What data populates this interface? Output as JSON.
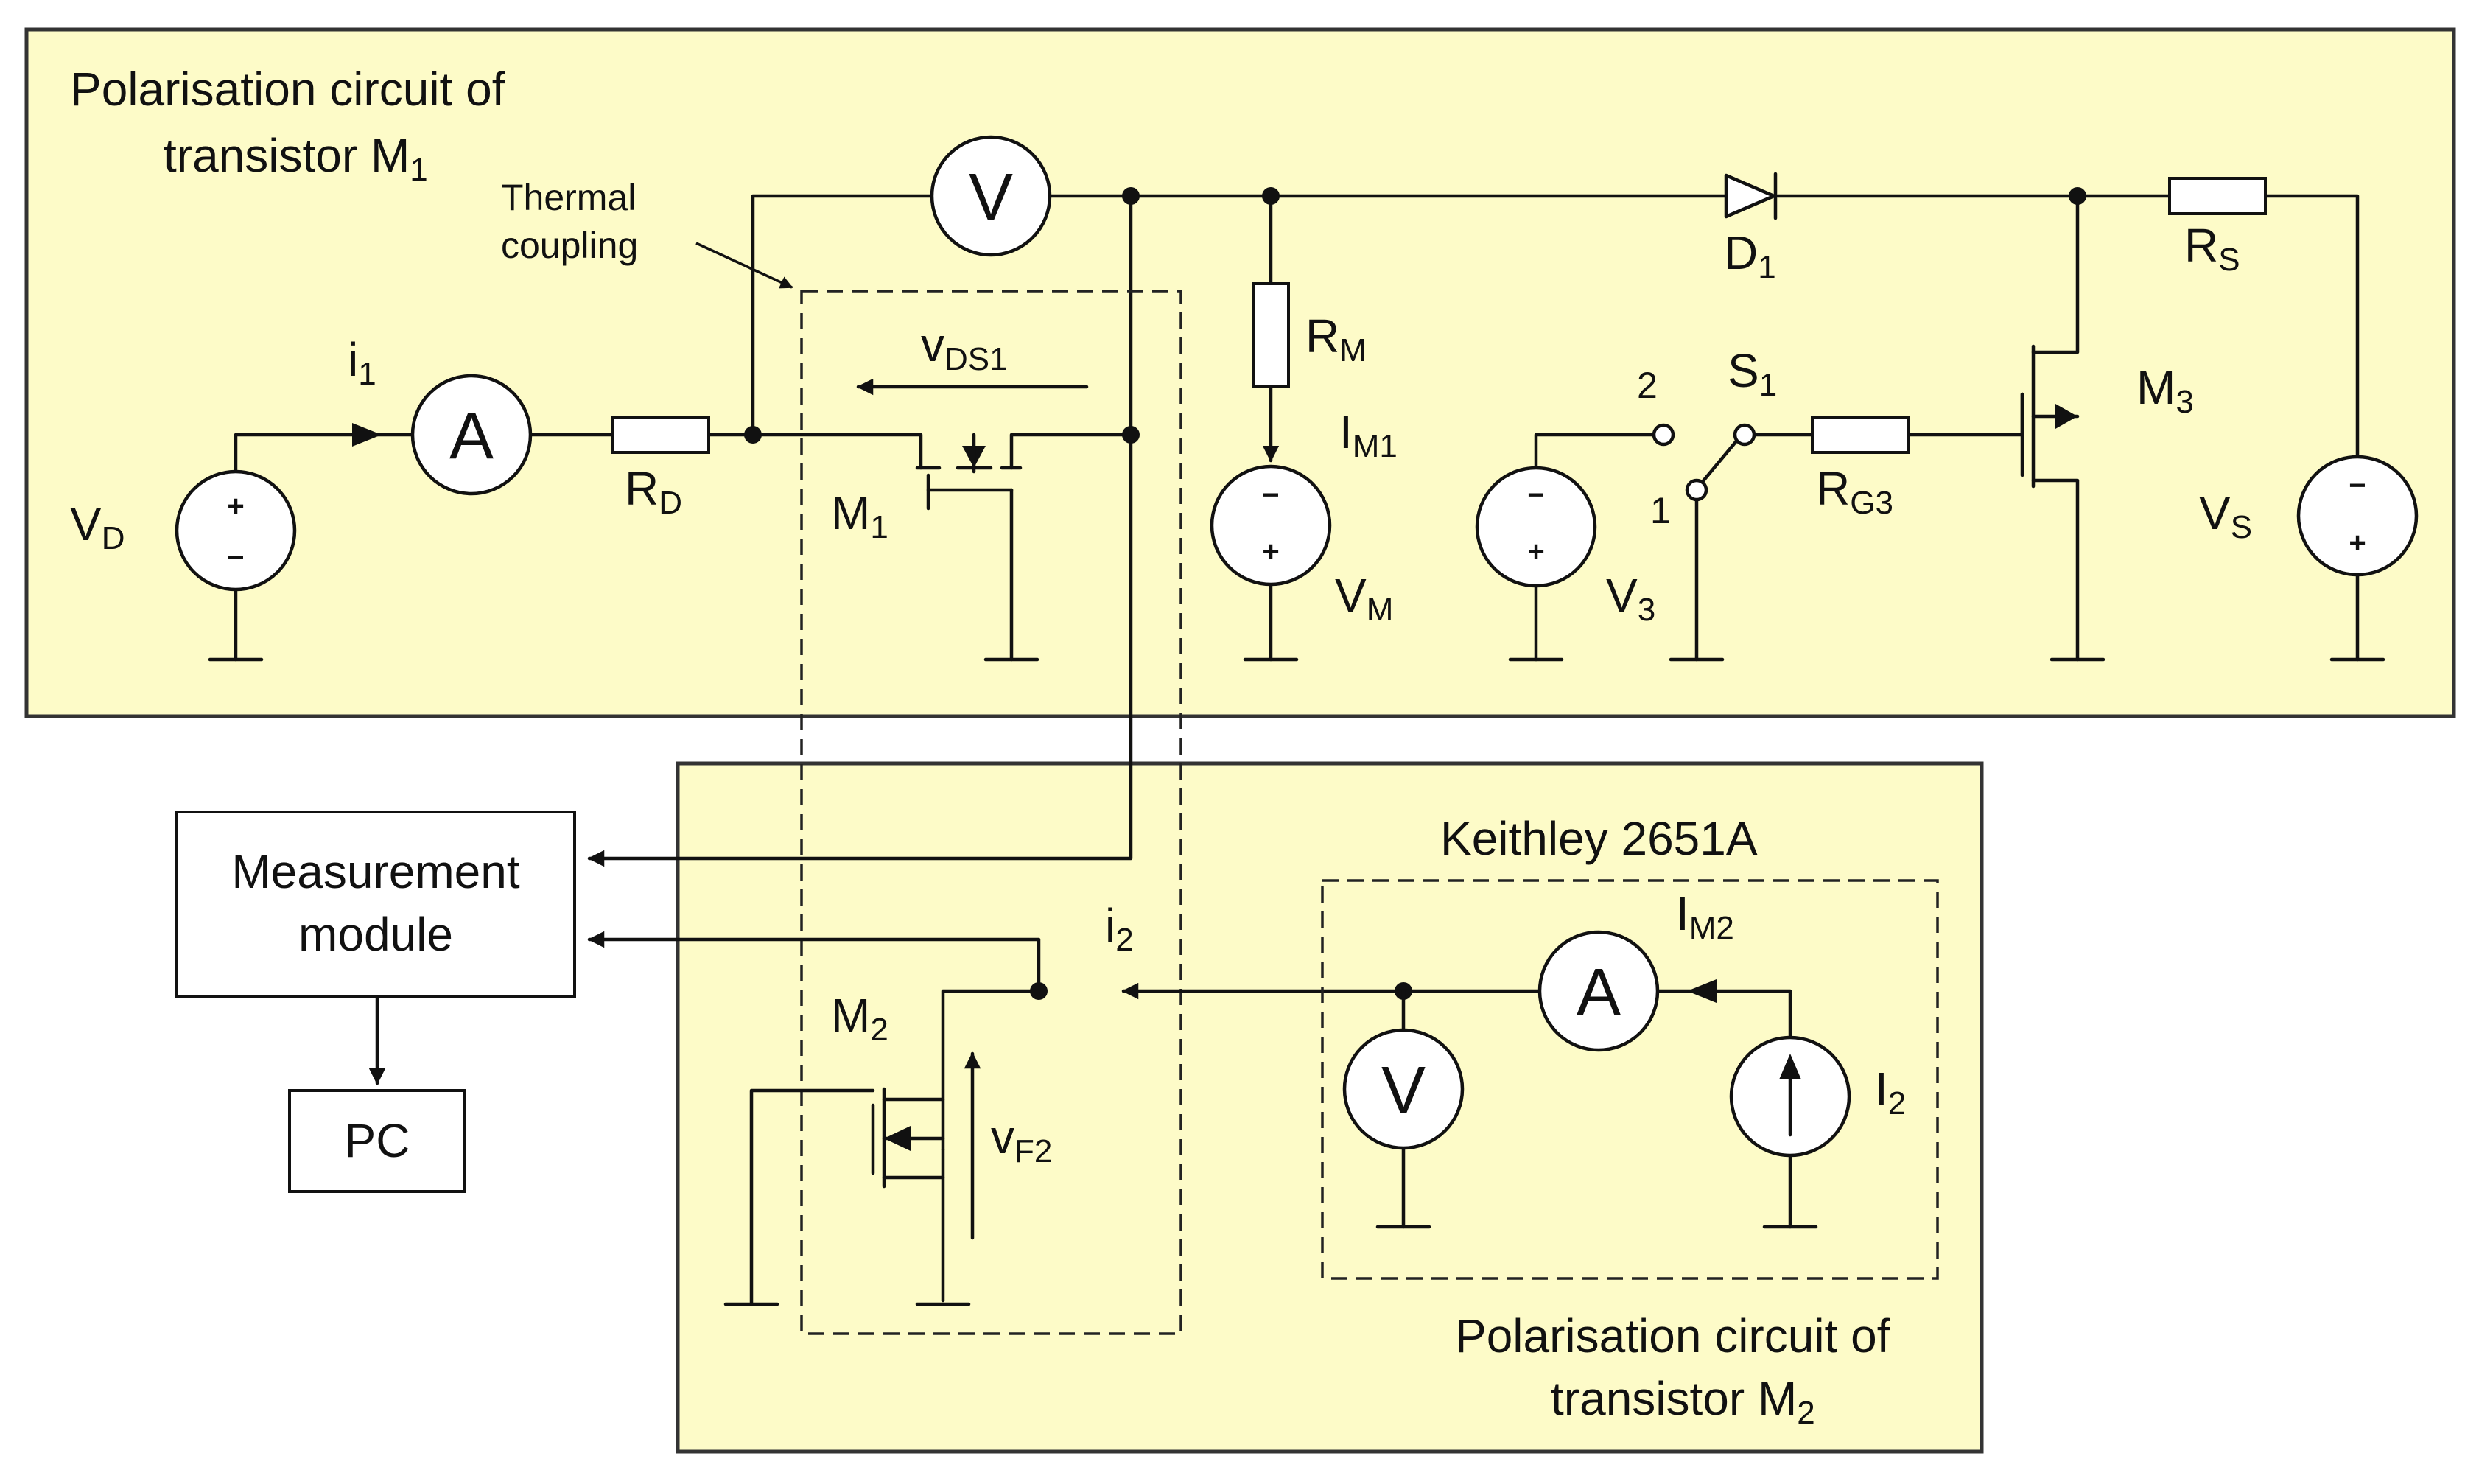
{
  "colors": {
    "panel_fill": "#fdfbc8",
    "panel_stroke": "#333333",
    "wire": "#111111"
  },
  "top_panel": {
    "title_line1": "Polarisation circuit of",
    "title_line2": "transistor M",
    "title_sub": "1"
  },
  "bottom_panel": {
    "title_line1": "Polarisation circuit of",
    "title_line2": "transistor M",
    "title_sub": "2"
  },
  "thermal": {
    "line1": "Thermal",
    "line2": "coupling"
  },
  "keithley": {
    "label": "Keithley 2651A"
  },
  "blocks": {
    "measurement_line1": "Measurement",
    "measurement_line2": "module",
    "pc": "PC"
  },
  "meters": {
    "voltmeter_symbol": "V",
    "ammeter_symbol": "A"
  },
  "signs": {
    "plus": "+",
    "minus": "−"
  },
  "labels": {
    "i1": {
      "main": "i",
      "sub": "1"
    },
    "i2": {
      "main": "i",
      "sub": "2"
    },
    "vd": {
      "main": "V",
      "sub": "D"
    },
    "rd": {
      "main": "R",
      "sub": "D"
    },
    "m1": {
      "main": "M",
      "sub": "1"
    },
    "m2": {
      "main": "M",
      "sub": "2"
    },
    "m3": {
      "main": "M",
      "sub": "3"
    },
    "vds1": {
      "main": "v",
      "sub": "DS1"
    },
    "vf2": {
      "main": "v",
      "sub": "F2"
    },
    "rm": {
      "main": "R",
      "sub": "M"
    },
    "im1": {
      "main": "I",
      "sub": "M1"
    },
    "im2": {
      "main": "I",
      "sub": "M2"
    },
    "vm": {
      "main": "V",
      "sub": "M"
    },
    "d1": {
      "main": "D",
      "sub": "1"
    },
    "rs": {
      "main": "R",
      "sub": "S"
    },
    "vs": {
      "main": "V",
      "sub": "S"
    },
    "s1": {
      "main": "S",
      "sub": "1"
    },
    "rg3": {
      "main": "R",
      "sub": "G3"
    },
    "v3": {
      "main": "V",
      "sub": "3"
    },
    "i2src": {
      "main": "I",
      "sub": "2"
    },
    "switch_pos1": "1",
    "switch_pos2": "2"
  }
}
